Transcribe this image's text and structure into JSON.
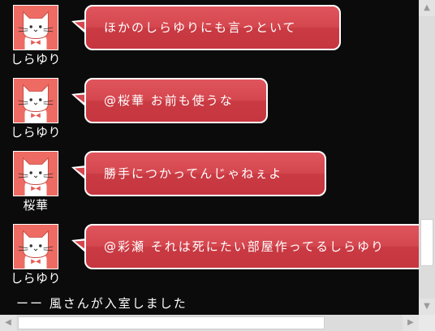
{
  "chat": {
    "messages": [
      {
        "user": "しらゆり",
        "text": "ほかのしらゆりにも言っといて"
      },
      {
        "user": "しらゆり",
        "text": "@桜華 お前も使うな"
      },
      {
        "user": "桜華",
        "text": "勝手につかってんじゃねぇよ"
      },
      {
        "user": "しらゆり",
        "text": "@彩瀬 それは死にたい部屋作ってるしらゆり"
      }
    ],
    "system_message": "ーー 風さんが入室しました"
  },
  "icons": {
    "avatar": "cat-face-icon",
    "scroll_up": "arrow-up-icon",
    "scroll_down": "arrow-down-icon",
    "scroll_left": "arrow-left-icon",
    "scroll_right": "arrow-right-icon"
  },
  "colors": {
    "background": "#0b0b0b",
    "bubble": "#d5474f",
    "avatar_bg": "#ee6b63"
  },
  "scroll": {
    "vertical_position": 0.77,
    "horizontal_position": 0.0
  }
}
